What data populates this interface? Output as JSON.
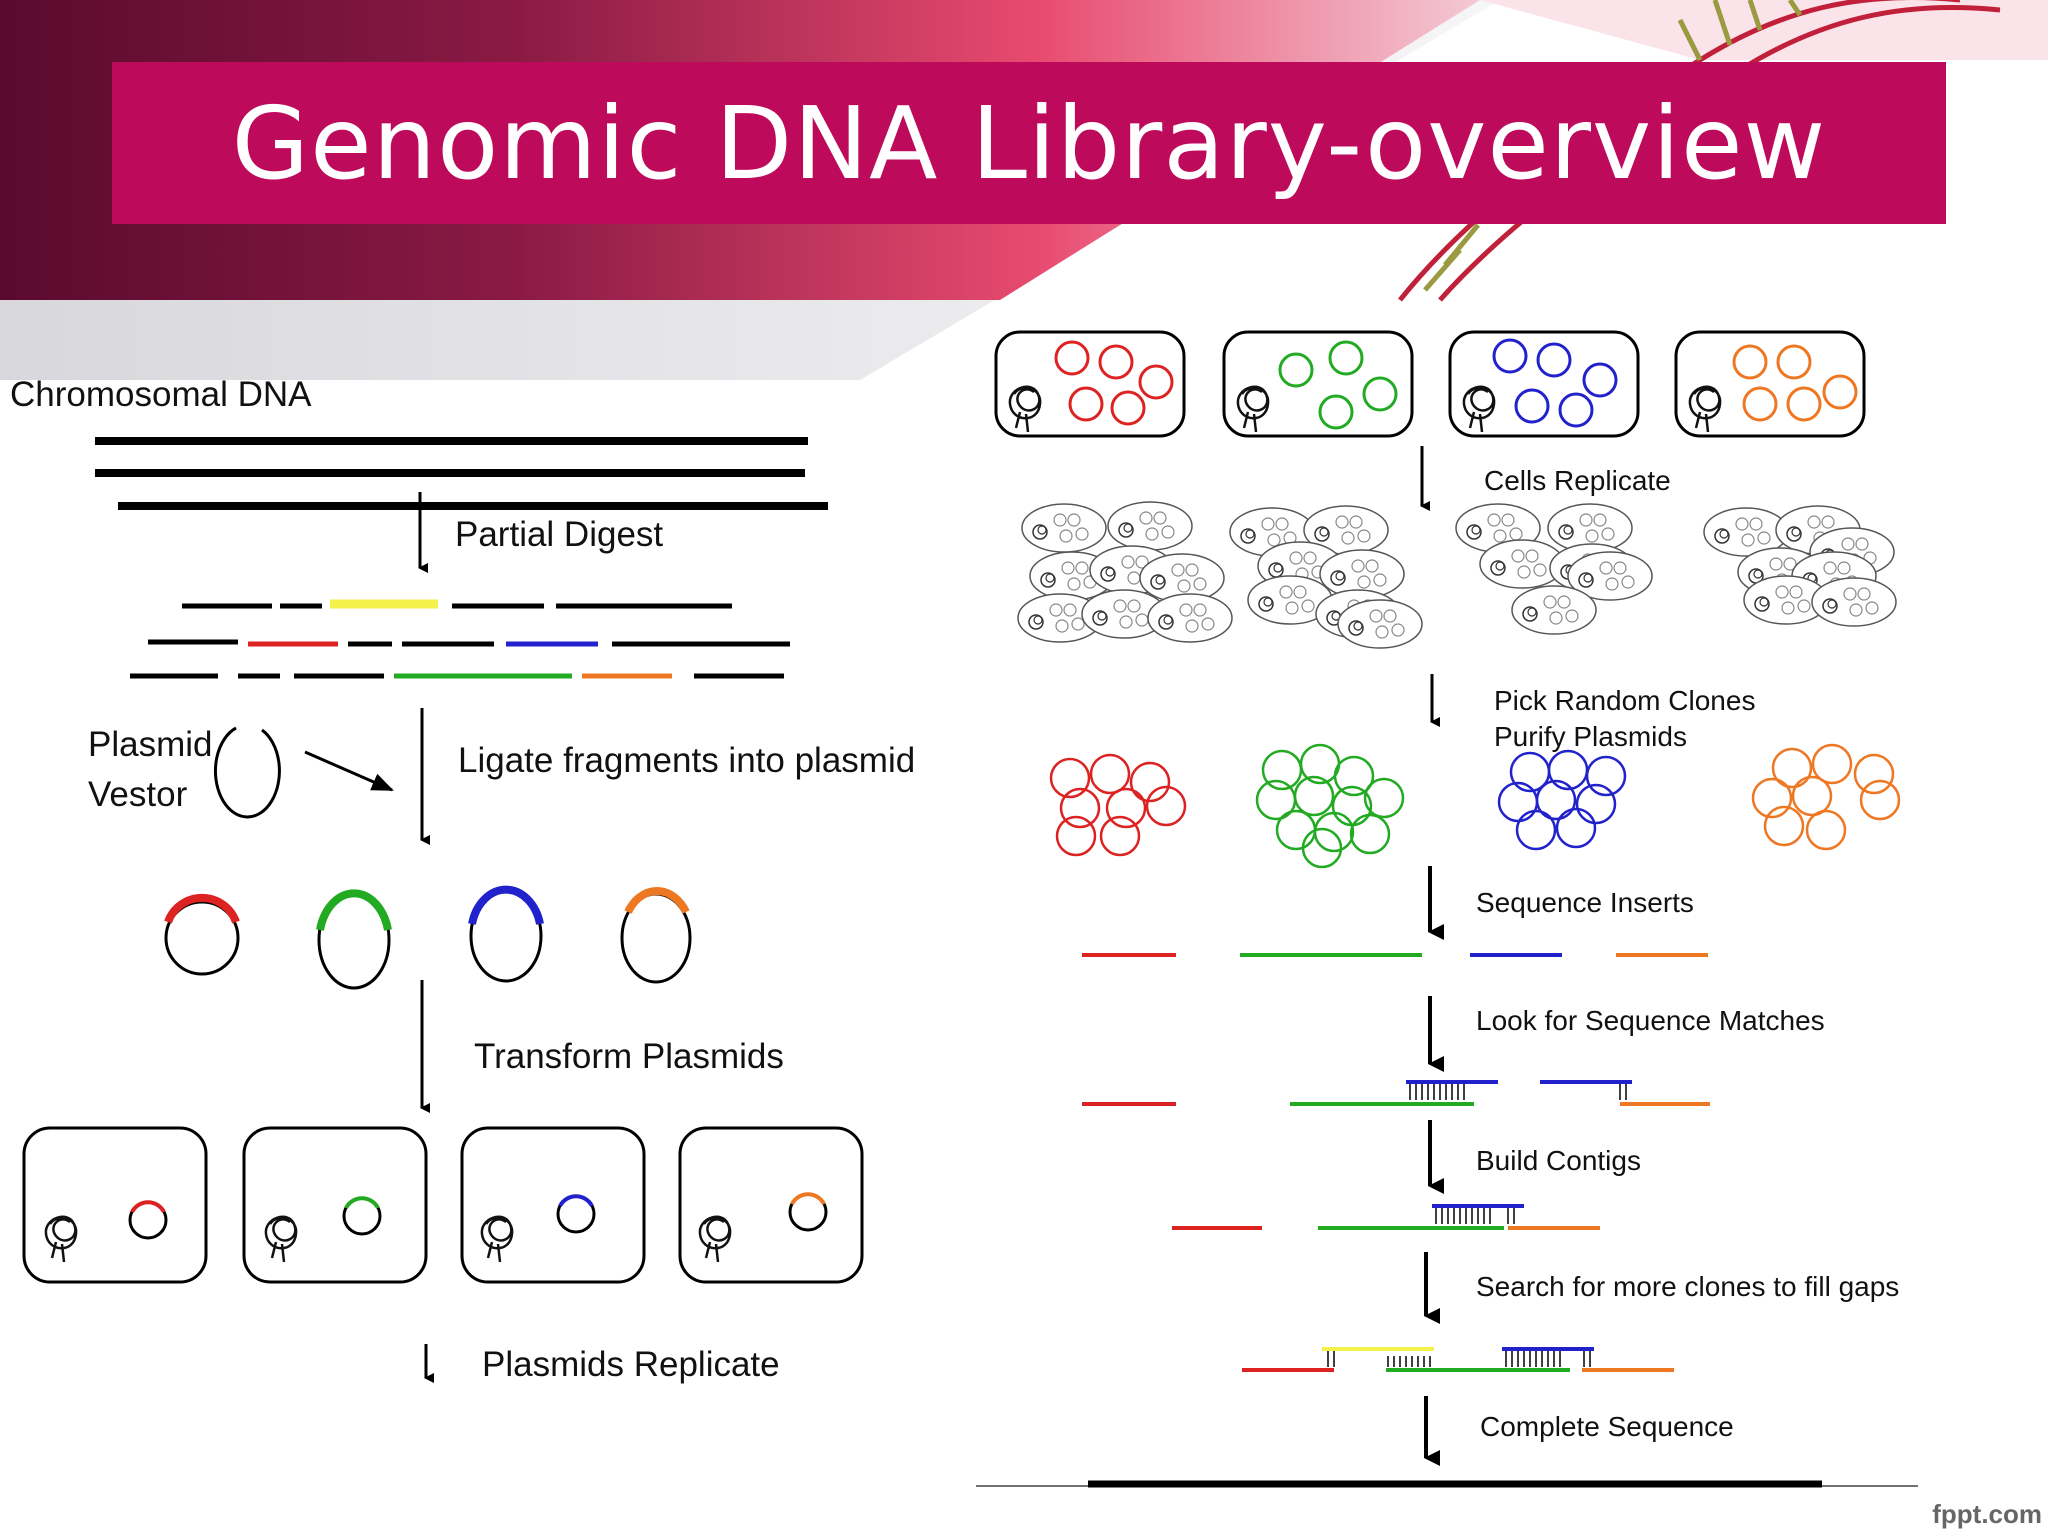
{
  "slide": {
    "title": "Genomic DNA Library-overview",
    "footer_credit": "fppt.com"
  },
  "colors": {
    "header_dark": "#5a0a2e",
    "title_bar": "#be0a5b",
    "accent_pink": "#e84a6f",
    "fragment_red": "#dd2222",
    "fragment_green": "#22aa22",
    "fragment_blue": "#2222cc",
    "fragment_orange": "#ee7722",
    "fragment_yellow": "#f2f24a"
  },
  "left_panel": {
    "chromosomal_label": "Chromosomal DNA",
    "step_partial_digest": "Partial Digest",
    "plasmid_label_line1": "Plasmid",
    "plasmid_label_line2": "Vestor",
    "step_ligate": "Ligate fragments into plasmid",
    "step_transform": "Transform Plasmids",
    "step_replicate": "Plasmids Replicate"
  },
  "right_panel": {
    "step_cells_replicate": "Cells Replicate",
    "step_pick_line1": "Pick Random Clones",
    "step_pick_line2": "Purify Plasmids",
    "step_sequence_inserts": "Sequence Inserts",
    "step_look_matches": "Look for Sequence Matches",
    "step_build_contigs": "Build Contigs",
    "step_search_more": "Search for more clones to fill gaps",
    "step_complete": "Complete Sequence"
  }
}
